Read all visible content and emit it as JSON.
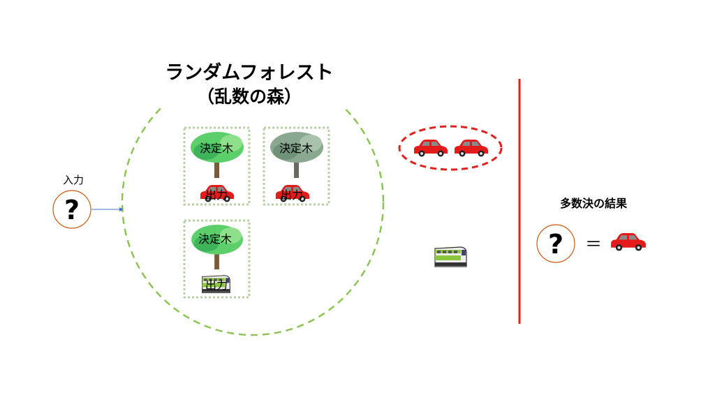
{
  "title": {
    "line1": "ランダムフォレスト",
    "line2": "（乱数の森）"
  },
  "input": {
    "label": "入力",
    "symbol": "?"
  },
  "trees": [
    {
      "label": "決定木",
      "output_label": "出力",
      "output": "car-icon"
    },
    {
      "label": "決定木",
      "output_label": "出力",
      "output": "car-icon"
    },
    {
      "label": "決定木",
      "output_label": "出力",
      "output": "train-icon"
    }
  ],
  "votes": {
    "majority": [
      "car",
      "car"
    ],
    "minority": [
      "train"
    ]
  },
  "result": {
    "label": "多数決の結果",
    "symbol": "?",
    "equals": "＝",
    "answer": "car-icon"
  },
  "colors": {
    "forest": "#8DC456",
    "vote_circle": "#E0201B",
    "divider": "#E0201B",
    "arrow": "#4472C4",
    "input_circle": "#C55A11"
  }
}
